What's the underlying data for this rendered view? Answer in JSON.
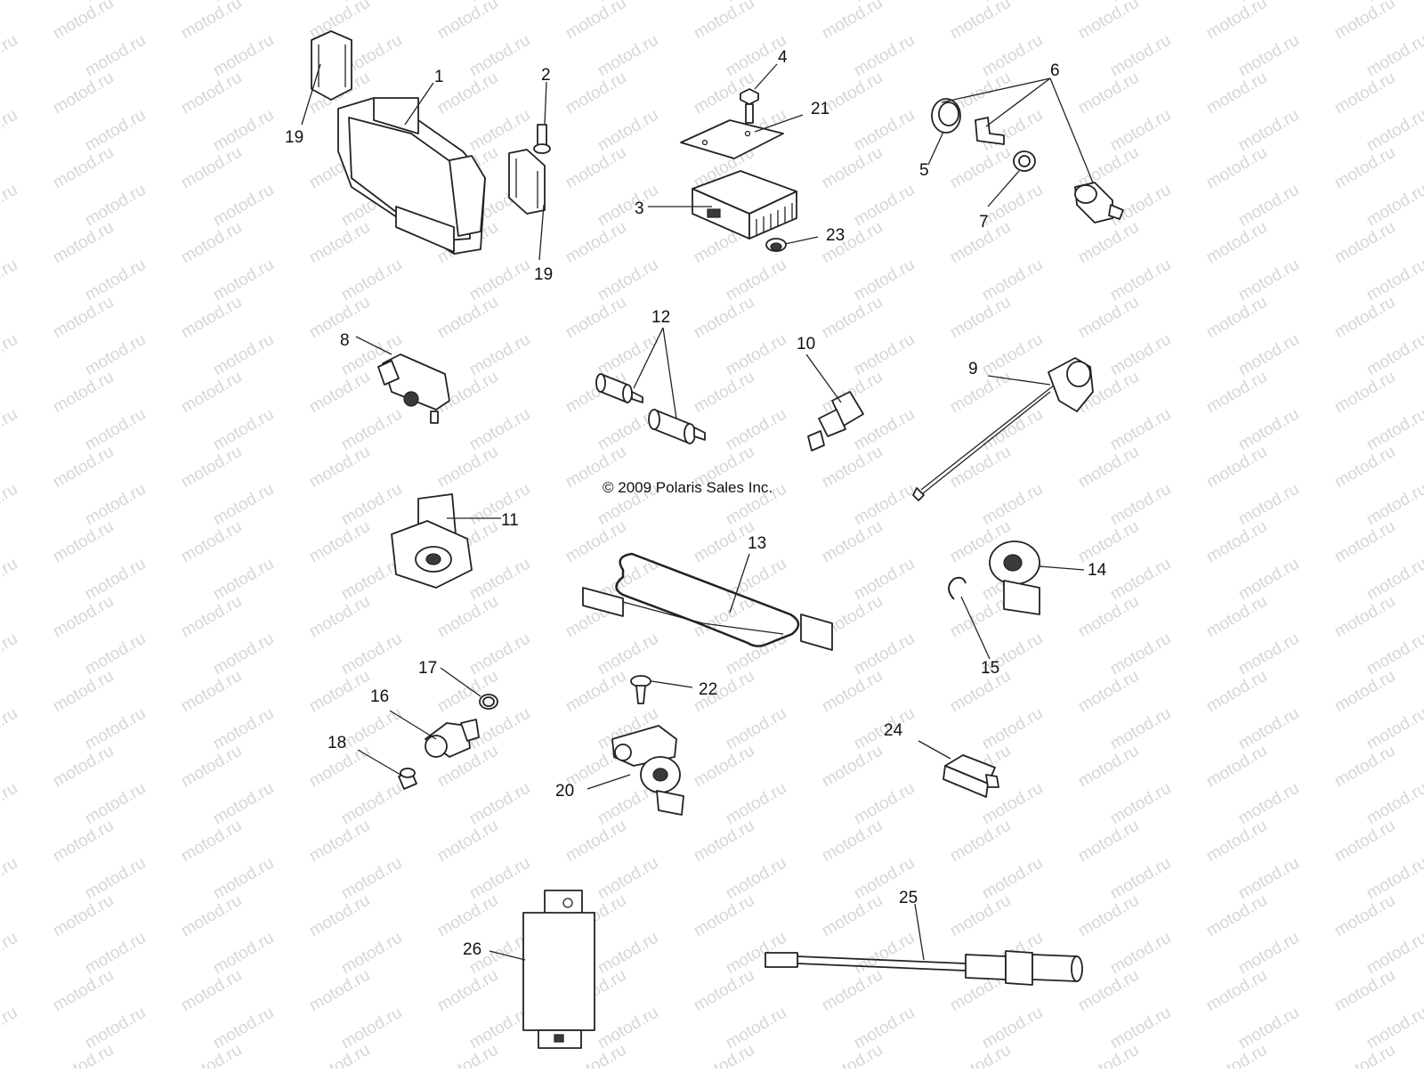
{
  "watermark": {
    "text": "motod.ru"
  },
  "copyright": "© 2009 Polaris Sales Inc.",
  "callouts": {
    "n1": "1",
    "n2": "2",
    "n3": "3",
    "n4": "4",
    "n5": "5",
    "n6": "6",
    "n7": "7",
    "n8": "8",
    "n9": "9",
    "n10": "10",
    "n11": "11",
    "n12": "12",
    "n13": "13",
    "n14": "14",
    "n15": "15",
    "n16": "16",
    "n17": "17",
    "n18": "18",
    "n19a": "19",
    "n19b": "19",
    "n20": "20",
    "n21": "21",
    "n22": "22",
    "n23": "23",
    "n24": "24",
    "n25": "25",
    "n26": "26"
  }
}
